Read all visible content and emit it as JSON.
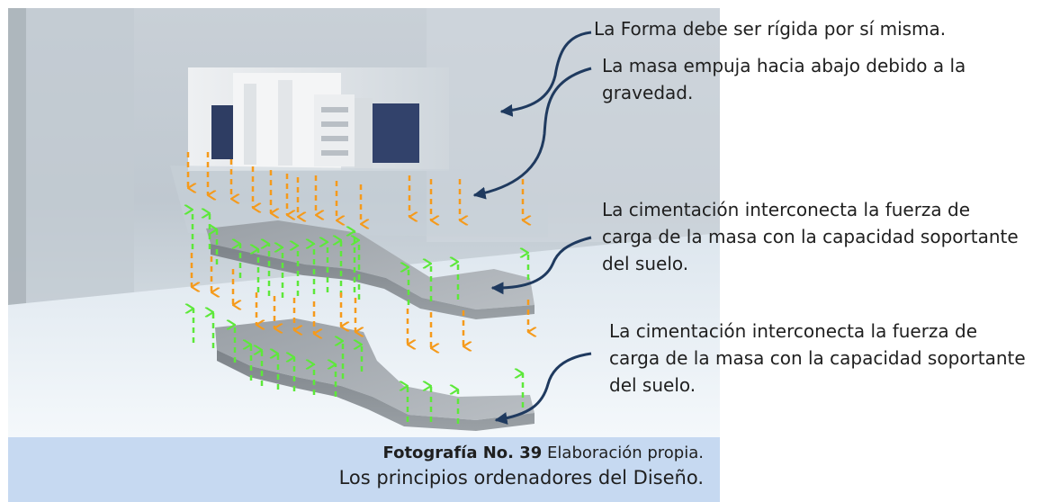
{
  "annotations": [
    {
      "text": "La Forma debe ser rígida por sí misma."
    },
    {
      "text": "La masa empuja hacia abajo debido a la gravedad."
    },
    {
      "text": "La cimentación interconecta la fuerza de carga de la masa con la capacidad soportante del suelo."
    },
    {
      "text": "La cimentación interconecta la fuerza de carga de la masa con la capacidad soportante del suelo."
    }
  ],
  "caption": {
    "label": "Fotografía No. 39",
    "source": " Elaboración propia.",
    "title": "Los principios ordenadores del Diseño."
  },
  "colors": {
    "load_arrow": "#f59a1b",
    "reaction_arrow": "#5de83a",
    "pointer": "#1f3a5f",
    "caption_bg": "#c6d9f1"
  },
  "icons": {
    "load": "arrow-down-icon",
    "reaction": "arrow-up-icon",
    "pointer": "curved-pointer-icon"
  }
}
